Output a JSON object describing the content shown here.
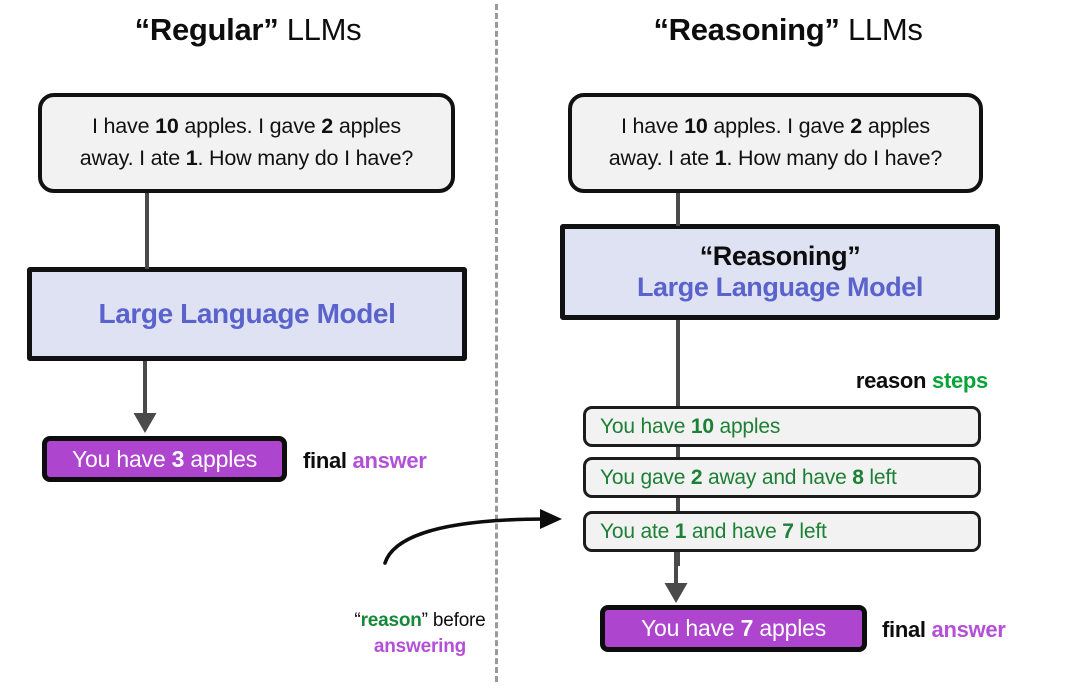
{
  "page": {
    "background": "#ffffff",
    "divider_color": "#9a9a9a"
  },
  "colors": {
    "llm_text": "#5a63cc",
    "llm_fill": "#dfe2f3",
    "answer_fill": "#ad45cf",
    "answer_accent": "#b450d8",
    "step_text": "#1d8035",
    "steps_accent": "#0aa33a",
    "box_fill": "#f2f2f2",
    "outline": "#111111",
    "arrow": "#4a4a4a"
  },
  "left": {
    "heading_quoted": "“Regular”",
    "heading_plain": " LLMs",
    "prompt": {
      "line1_a": "I have ",
      "line1_b": "10",
      "line1_c": " apples. I gave ",
      "line1_d": "2",
      "line1_e": " apples",
      "line2_a": "away. I ate ",
      "line2_b": "1",
      "line2_c": ". How many do I have?"
    },
    "llm_label": "Large Language Model",
    "answer": {
      "prefix": "You have ",
      "number": "3",
      "suffix": " apples"
    },
    "final_label_plain": "final ",
    "final_label_accent": "answer"
  },
  "right": {
    "heading_quoted": "“Reasoning”",
    "heading_plain": " LLMs",
    "prompt": {
      "line1_a": "I have ",
      "line1_b": "10",
      "line1_c": " apples. I gave ",
      "line1_d": "2",
      "line1_e": " apples",
      "line2_a": "away. I ate ",
      "line2_b": "1",
      "line2_c": ". How many do I have?"
    },
    "llm_title": "“Reasoning”",
    "llm_label": "Large Language Model",
    "reason_steps_label_plain": "reason ",
    "reason_steps_label_accent": "steps",
    "steps": [
      {
        "a": "You have ",
        "b": "10",
        "c": " apples",
        "d": "",
        "e": ""
      },
      {
        "a": "You gave ",
        "b": "2",
        "c": " away and have ",
        "d": "8",
        "e": " left"
      },
      {
        "a": "You ate ",
        "b": "1",
        "c": " and have ",
        "d": "7",
        "e": " left"
      }
    ],
    "answer": {
      "prefix": "You have ",
      "number": "7",
      "suffix": " apples"
    },
    "final_label_plain": "final ",
    "final_label_accent": "answer"
  },
  "annotation": {
    "line1_pre": "“",
    "line1_green": "reason",
    "line1_post": "” before",
    "line2_purple": "answering"
  }
}
